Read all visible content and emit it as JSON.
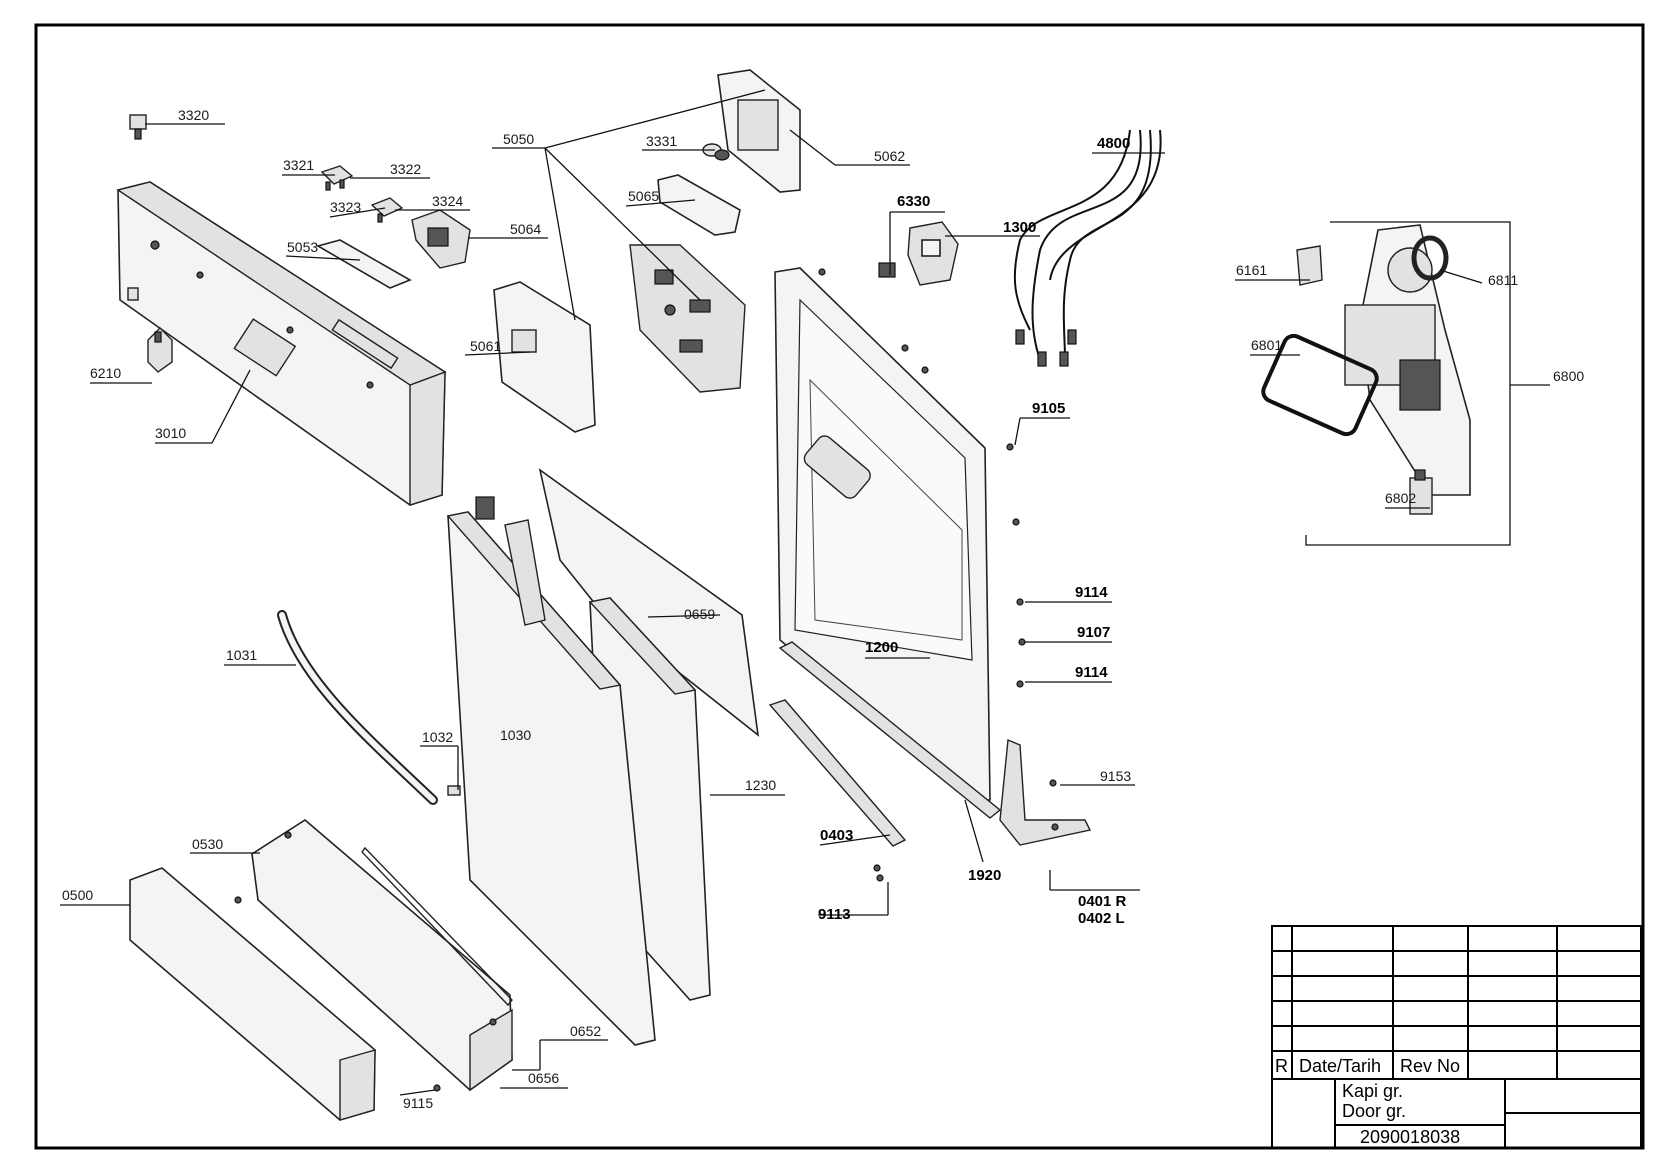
{
  "labels": {
    "p3320": "3320",
    "p3321": "3321",
    "p3322": "3322",
    "p3323": "3323",
    "p3324": "3324",
    "p5053": "5053",
    "p5064": "5064",
    "p5050": "5050",
    "p3331": "3331",
    "p5062": "5062",
    "p5065": "5065",
    "p4800": "4800",
    "p6330": "6330",
    "p1300": "1300",
    "p6161": "6161",
    "p6811": "6811",
    "p6801": "6801",
    "p6800": "6800",
    "p6802": "6802",
    "p6210": "6210",
    "p3010": "3010",
    "p5061": "5061",
    "p9105": "9105",
    "p9114a": "9114",
    "p9107": "9107",
    "p9114b": "9114",
    "p1200": "1200",
    "p0659": "0659",
    "p1031": "1031",
    "p1030": "1030",
    "p1032": "1032",
    "p1230": "1230",
    "p9153": "9153",
    "p0403": "0403",
    "p1920": "1920",
    "p0401": "0401 R",
    "p0402": "0402 L",
    "p9113": "9113",
    "p0530": "0530",
    "p0500": "0500",
    "p0652": "0652",
    "p0656": "0656",
    "p9115": "9115"
  },
  "title_block": {
    "rev_mark": "R",
    "date_label": "Date/Tarih",
    "rev_no_label": "Rev No",
    "name_tr": "Kapi gr.",
    "name_en": "Door gr.",
    "drawing_number": "2090018038"
  }
}
